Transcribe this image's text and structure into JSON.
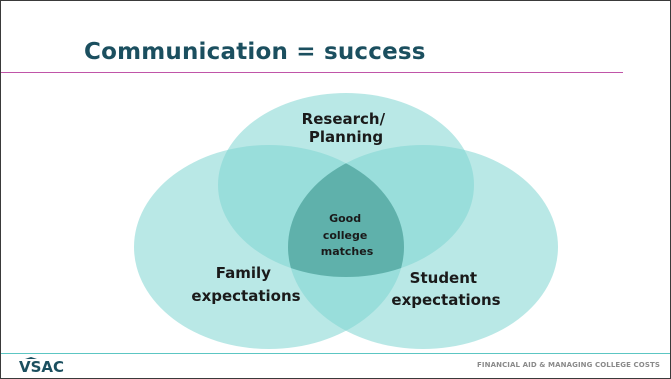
{
  "slide": {
    "title": "Communication = success",
    "footer_text": "FINANCIAL AID & MANAGING COLLEGE COSTS",
    "logo_text": "VSAC"
  },
  "venn": {
    "top_label_line1": "Research/",
    "top_label_line2": "Planning",
    "left_label_line1": "Family",
    "left_label_line2": "expectations",
    "right_label_line1": "Student",
    "right_label_line2": "expectations",
    "center_label_line1": "Good",
    "center_label_line2": "college",
    "center_label_line3": "matches"
  },
  "colors": {
    "title": "#1b4f5f",
    "title_rule": "#c055a8",
    "circle_fill": "#7fd5d1",
    "center_fill": "#3c8f89",
    "footer_rule": "#5cc6c3"
  }
}
